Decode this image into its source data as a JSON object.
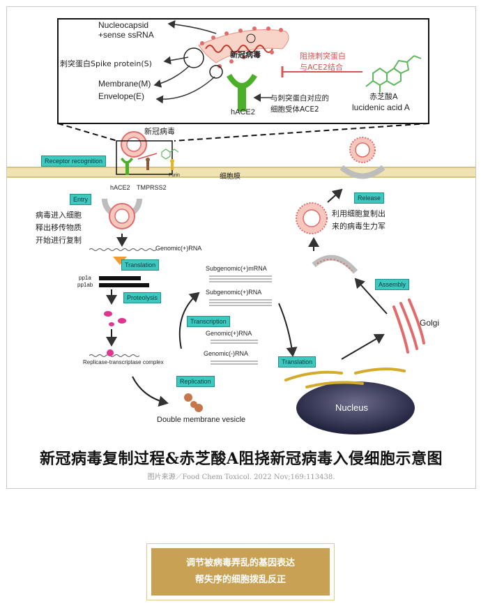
{
  "inset": {
    "nucleocapsid": "Nucleocapsid",
    "sense_rna": "+sense ssRNA",
    "spike": "刺突蛋白Spike protein(S)",
    "membrane": "Membrane(M)",
    "envelope": "Envelope(E)",
    "virus": "新冠病毒",
    "block_line1": "阻挠刺突蛋白",
    "block_line2": "与ACE2结合",
    "lucidenic_cn": "赤芝酸A",
    "lucidenic_en": "lucidenic acid A",
    "hace2": "hACE2",
    "receptor_line1": "与刺突蛋白对应的",
    "receptor_line2": "细胞受体ACE2"
  },
  "main": {
    "virus": "新冠病毒",
    "receptor_recognition": "Receptor recognition",
    "furin": "Furin",
    "membrane": "细胞膜",
    "hace2": "hACE2",
    "tmprss2": "TMPRSS2",
    "entry": "Entry",
    "entry_desc1": "病毒进入细胞",
    "entry_desc2": "释出移传物质",
    "entry_desc3": "开始进行复制",
    "genomic_rna": "Genomic(+)RNA",
    "translation": "Translation",
    "pp1a": "pp1a",
    "pp1ab": "pp1ab",
    "proteolysis": "Proteolysis",
    "replicase": "Replicase-transcriptase complex",
    "replication": "Replication",
    "dmv": "Double membrane vesicle",
    "transcription": "Transcription",
    "sub_mrna": "Subgenomic(+)mRNA",
    "sub_rna": "Subgenomic(+)RNA",
    "genomic_plus": "Genomic(+)RNA",
    "genomic_minus": "Genomic(-)RNA",
    "translation2": "Translation",
    "nucleus": "Nucleus",
    "golgi": "Golgi",
    "assembly": "Assembly",
    "release": "Release",
    "release_desc1": "利用细胞复制出",
    "release_desc2": "来的病毒生力军"
  },
  "title": "新冠病毒复制过程&赤芝酸A阻挠新冠病毒入侵细胞示意图",
  "source": "图片来源／Food Chem Toxicol. 2022 Nov;169:113438.",
  "banner": {
    "line1": "调节被病毒弄乱的基因表达",
    "line2": "帮失序的细胞拨乱反正"
  },
  "colors": {
    "tag": "#3ec9c0",
    "membrane": "#e8d9a0",
    "banner": "#c9a154",
    "virus": "#e26a6a",
    "ace2": "#4caf2a"
  }
}
